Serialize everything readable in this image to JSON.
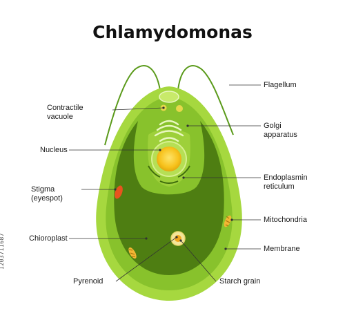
{
  "title": "Chlamydomonas",
  "side_text": "1203711687",
  "labels": {
    "flagellum": "Flagellum",
    "contractile_vacuole": [
      "Contractile",
      "vacuole"
    ],
    "golgi": [
      "Golgi",
      "apparatus"
    ],
    "nucleus": "Nucleus",
    "er": [
      "Endoplasmin",
      "reticulum"
    ],
    "stigma": [
      "Stigma",
      "(eyespot)"
    ],
    "mitochondria": "Mitochondria",
    "chloroplast": "Chioroplast",
    "membrane": "Membrane",
    "pyrenoid": "Pyrenoid",
    "starch": "Starch grain"
  },
  "colors": {
    "outer": "#a6d83f",
    "mid": "#86c02a",
    "inner": "#4e7e12",
    "nucleus": "#f7c21c",
    "stigma": "#e8541e",
    "flagella": "#5a9a1a"
  }
}
